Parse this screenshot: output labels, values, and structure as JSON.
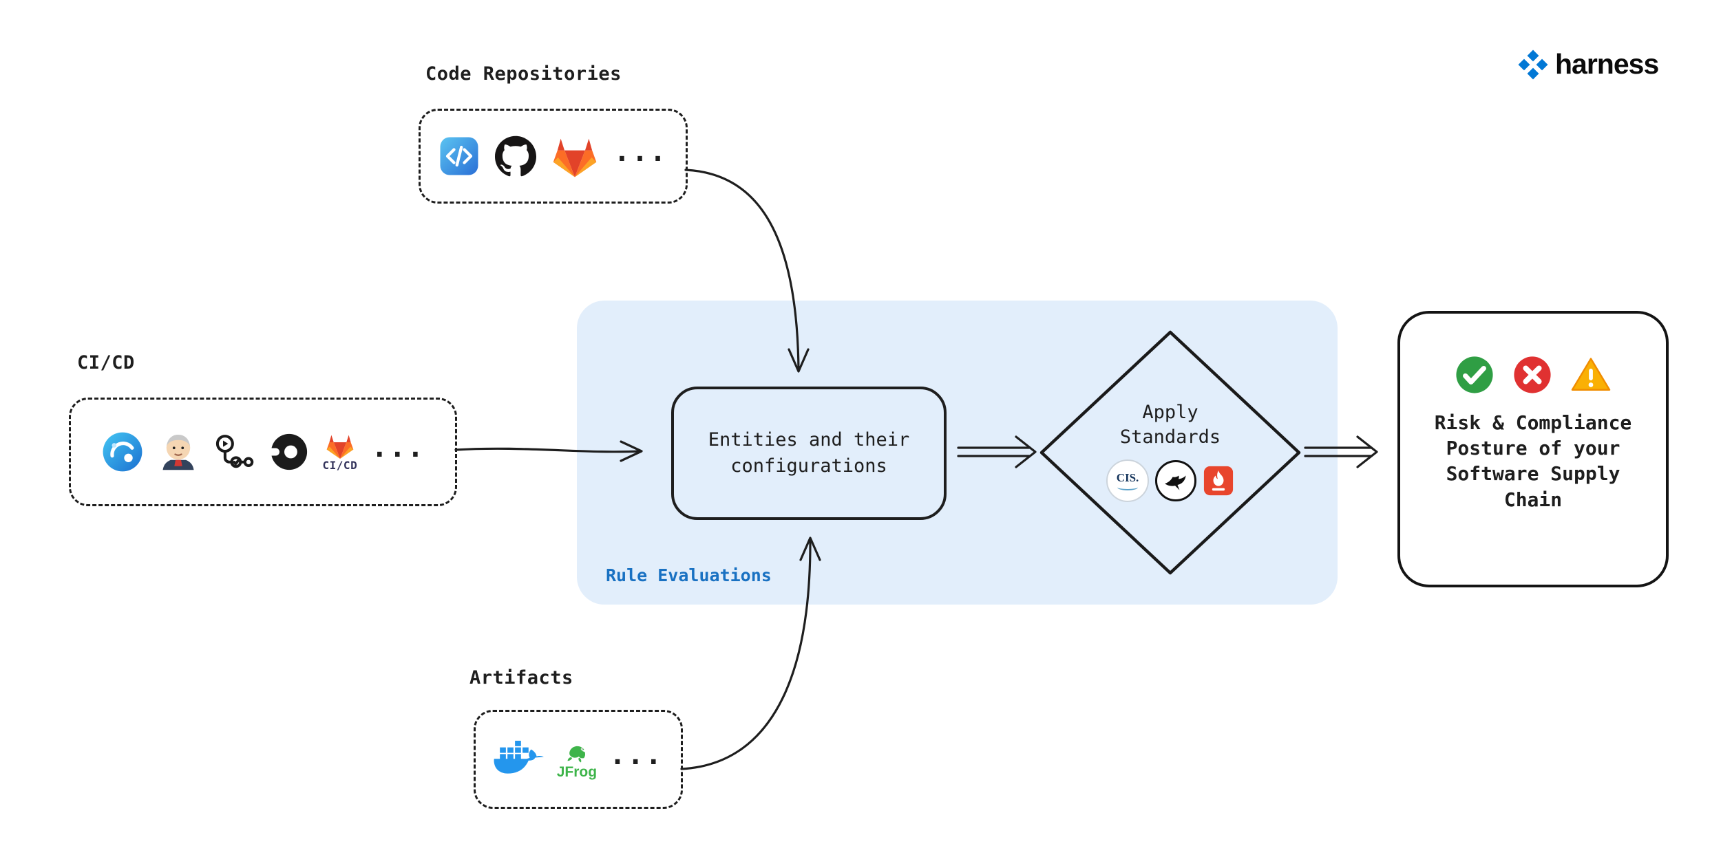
{
  "brand": {
    "wordmark": "harness",
    "color": "#0278d5"
  },
  "code_repositories": {
    "label": "Code Repositories",
    "more": "...",
    "icons": [
      "azure-repos",
      "github",
      "gitlab"
    ]
  },
  "cicd": {
    "label": "CI/CD",
    "more": "...",
    "icons": [
      "harness-ci",
      "jenkins",
      "pipeline-workflow",
      "circleci",
      "gitlab-cicd"
    ],
    "gitlab_cicd_caption": "CI/CD"
  },
  "artifacts": {
    "label": "Artifacts",
    "more": "...",
    "icons": [
      "docker",
      "jfrog"
    ],
    "jfrog_caption": "JFrog"
  },
  "rule_evaluations": {
    "container_label": "Rule Evaluations",
    "entities_box_text": "Entities and their configurations",
    "diamond_label": "Apply Standards",
    "standards_icons": [
      "cis",
      "bird",
      "flame-badge"
    ],
    "cis_text": "CIS."
  },
  "result": {
    "status_icons": [
      "check",
      "cross",
      "warning"
    ],
    "text": "Risk & Compliance Posture of your Software Supply Chain"
  },
  "colors": {
    "container_fill": "#e2eefb",
    "rule_label": "#1971c2",
    "harness_blue": "#0278d5",
    "success": "#2f9e44",
    "error": "#e03131",
    "warning": "#fab005"
  }
}
